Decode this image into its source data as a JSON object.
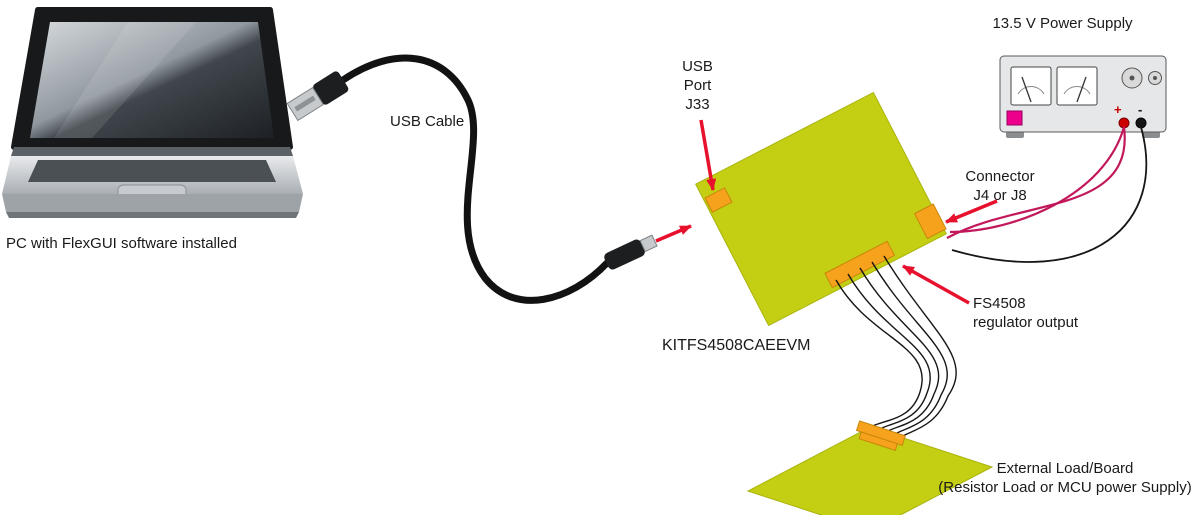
{
  "diagram": {
    "pc_label": "PC with FlexGUI software installed",
    "usb_cable_label": "USB Cable",
    "usb_port_label": {
      "line1": "USB",
      "line2": "Port",
      "line3": "J33"
    },
    "power_supply_label": "13.5 V Power Supply",
    "connector_label": {
      "line1": "Connector",
      "line2": "J4 or J8"
    },
    "board_label": "KITFS4508CAEEVM",
    "regulator_label": {
      "line1": "FS4508",
      "line2": "regulator output"
    },
    "load_label": {
      "line1": "External Load/Board",
      "line2": "(Resistor Load or MCU power Supply)"
    },
    "terminals": {
      "plus": "+",
      "minus": "-"
    },
    "colors": {
      "board_green": "#c4ce12",
      "board_green_edge": "#a9b40e",
      "connector_orange": "#f6a21c",
      "connector_orange_edge": "#c8860a",
      "arrow_red": "#e8112d",
      "wire_crimson": "#c2185b"
    }
  }
}
